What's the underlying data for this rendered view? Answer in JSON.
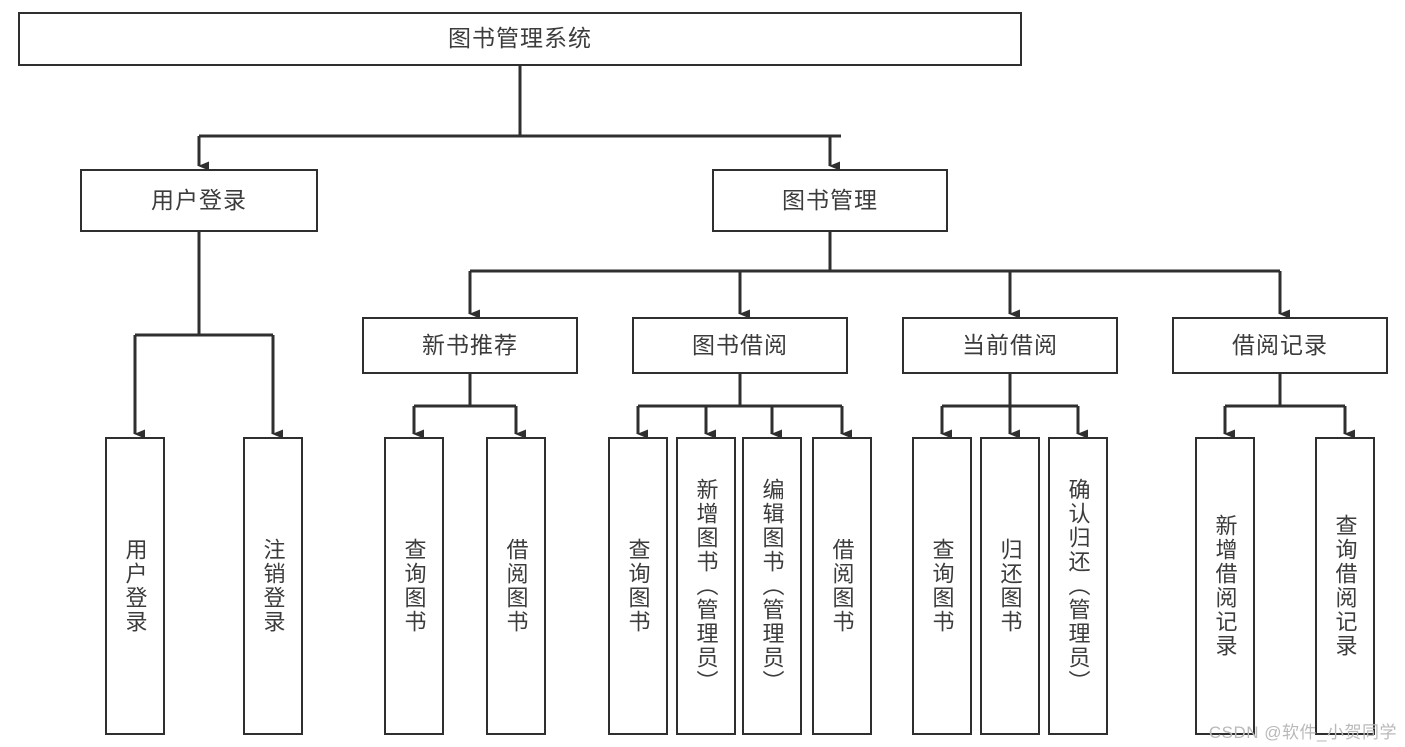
{
  "diagram": {
    "title": "图书管理系统",
    "type": "tree-hierarchy",
    "watermark": "CSDN @软件_小贺同学",
    "colors": {
      "border": "#2f2f2f",
      "text": "#3c3c3c",
      "background": "#ffffff",
      "watermark": "#b9b9b9"
    },
    "root": {
      "label": "图书管理系统"
    },
    "level2": [
      {
        "label": "用户登录"
      },
      {
        "label": "图书管理"
      }
    ],
    "level3": [
      {
        "label": "新书推荐"
      },
      {
        "label": "图书借阅"
      },
      {
        "label": "当前借阅"
      },
      {
        "label": "借阅记录"
      }
    ],
    "leaves": {
      "user_login": [
        {
          "label": "用户登录"
        },
        {
          "label": "注销登录"
        }
      ],
      "new_book_recommend": [
        {
          "label": "查询图书"
        },
        {
          "label": "借阅图书"
        }
      ],
      "book_borrow": [
        {
          "label": "查询图书"
        },
        {
          "label": "新增图书（管理员）"
        },
        {
          "label": "编辑图书（管理员）"
        },
        {
          "label": "借阅图书"
        }
      ],
      "current_borrow": [
        {
          "label": "查询图书"
        },
        {
          "label": "归还图书"
        },
        {
          "label": "确认归还（管理员）"
        }
      ],
      "borrow_record": [
        {
          "label": "新增借阅记录"
        },
        {
          "label": "查询借阅记录"
        }
      ]
    }
  }
}
